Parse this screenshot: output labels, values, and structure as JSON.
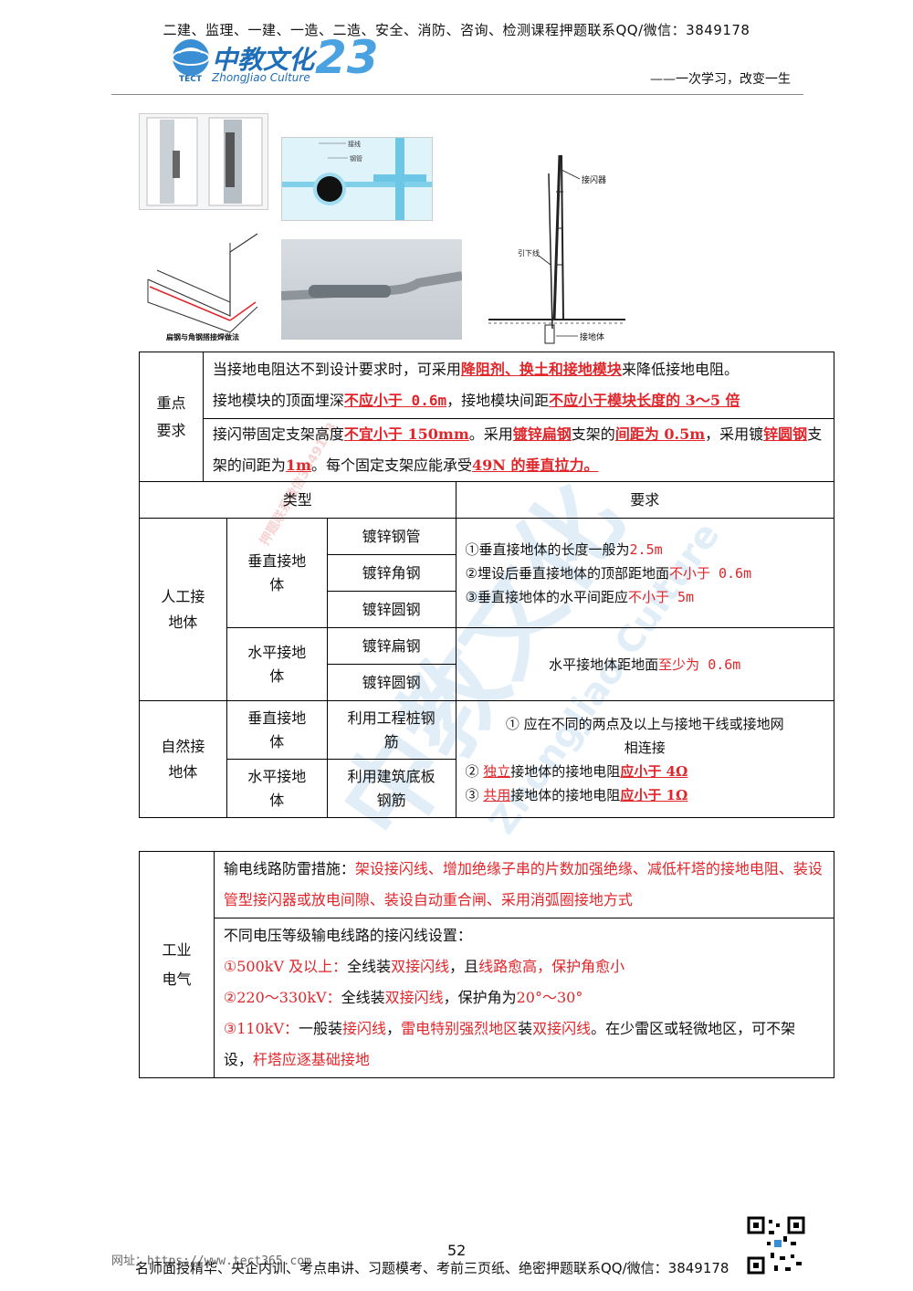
{
  "header": {
    "top_line": "二建、监理、一建、一造、二造、安全、消防、咨询、检测课程押题联系QQ/微信：3849178",
    "logo_text": "中教文化",
    "logo_sub": "ZhongJiao Culture",
    "logo_tect": "TECT",
    "logo_num": "23",
    "slogan": "——一次学习，改变一生"
  },
  "images": {
    "weld_caption": "扁钢与角钢搭接焊做法",
    "pipe_label_1": "接线",
    "pipe_label_2": "钢管",
    "rod_labels": [
      "接闪器",
      "引下线",
      "接地体"
    ]
  },
  "key_points": {
    "label": "重点\n要求",
    "p1_a": "当接地电阻达不到设计要求时，可采用",
    "p1_b": "降阻剂、换土和接地模块",
    "p1_c": "来降低接地电阻。",
    "p1_d": "接地模块的顶面埋深",
    "p1_e": "不应小于 0.6m",
    "p1_f": "，接地模块间距",
    "p1_g": "不应小于模块长度的 3～5 倍",
    "p2_a": "接闪带固定支架高度",
    "p2_b": "不宜小于 150mm",
    "p2_c": "。采用",
    "p2_d": "镀锌扁钢",
    "p2_e": "支架的",
    "p2_f": "间距为 0.5m",
    "p2_g": "，采用镀",
    "p2_h": "锌圆钢",
    "p2_i": "支架的间距为",
    "p2_j": "1m",
    "p2_k": "。每个固定支架应能承受",
    "p2_l": "49N 的垂直拉力。"
  },
  "grounding": {
    "h_type": "类型",
    "h_req": "要求",
    "artificial": "人工接\n地体",
    "natural": "自然接\n地体",
    "vertical": "垂直接地\n体",
    "horizontal": "水平接地\n体",
    "v_items": [
      "镀锌钢管",
      "镀锌角钢",
      "镀锌圆钢"
    ],
    "h_items": [
      "镀锌扁钢",
      "镀锌圆钢"
    ],
    "v_req_1a": "①垂直接地体的长度一般为",
    "v_req_1b": "2.5m",
    "v_req_2a": "②埋设后垂直接地体的顶部距地面",
    "v_req_2b": "不小于 0.6m",
    "v_req_3a": "③垂直接地体的水平间距应",
    "v_req_3b": "不小于 5m",
    "h_req_a": "水平接地体距地面",
    "h_req_b": "至少为 0.6m",
    "nat_v": "垂直接地\n体",
    "nat_h": "水平接地\n体",
    "nat_v_item": "利用工程桩钢\n筋",
    "nat_h_item": "利用建筑底板\n钢筋",
    "nat_req_1": "① 应在不同的两点及以上与接地干线或接地网\n相连接",
    "nat_req_2a": "② ",
    "nat_req_2b": "独立",
    "nat_req_2c": "接地体的接地电阻",
    "nat_req_2d": "应小于 4Ω",
    "nat_req_3a": "③ ",
    "nat_req_3b": "共用",
    "nat_req_3c": "接地体的接地电阻",
    "nat_req_3d": "应小于 1Ω"
  },
  "industrial": {
    "label": "工业\n电气",
    "r1a": "输电线路防雷措施：",
    "r1b": "架设接闪线、增加绝缘子串的片数加强绝缘、减低杆塔的接地电阻、装设管型接闪器或放电间隙、装设自动重合闸、采用消弧圈接地方式",
    "r2_title": "不同电压等级输电线路的接闪线设置：",
    "l1a": "①500kV 及以上：",
    "l1b": "全线装",
    "l1c": "双接闪线",
    "l1d": "，且",
    "l1e": "线路愈高，保护角愈小",
    "l2a": "②220～330kV：",
    "l2b": "全线装",
    "l2c": "双接闪线",
    "l2d": "，保护角为",
    "l2e": "20°～30°",
    "l3a": "③110kV：",
    "l3b": "一般装",
    "l3c": "接闪线",
    "l3d": "，",
    "l3e": "雷电特别强烈地区",
    "l3f": "装",
    "l3g": "双接闪线",
    "l3h": "。在少雷区或轻微地区，可不架设，",
    "l3i": "杆塔应逐基础接地"
  },
  "footer": {
    "url": "网址：https://www.tect365.com",
    "text": "名师面授精华、央企内训、考点串讲、习题模考、考前三页纸、绝密押题联系QQ/微信：3849178",
    "page": "52"
  },
  "watermarks": {
    "w1": "中教文化",
    "w2": "ZhongJiao Culture",
    "w3": "押题联系微信3849178"
  }
}
